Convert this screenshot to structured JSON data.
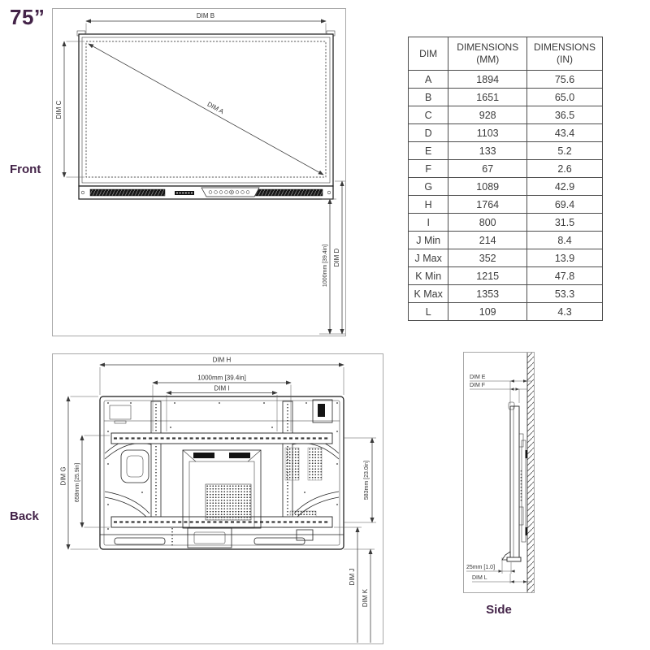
{
  "title": "75”",
  "colors": {
    "accent": "#432348",
    "drawing_line": "#222222",
    "dimension_line": "#3a3a3a",
    "panel_border": "#a8a8a8"
  },
  "views": {
    "front": {
      "label": "Front",
      "dim_a": "DIM A",
      "dim_b": "DIM B",
      "dim_c": "DIM C",
      "dim_d": "DIM D",
      "floor_height": "1000mm [39.4in]"
    },
    "back": {
      "label": "Back",
      "dim_h": "DIM H",
      "mount_width": "1000mm [39.4in]",
      "dim_i": "DIM I",
      "dim_g": "DIM G",
      "left_span": "658mm [25.9in]",
      "right_span": "583mm [23.0in]",
      "dim_j": "DIM J",
      "dim_k": "DIM K"
    },
    "side": {
      "label": "Side",
      "dim_e": "DIM E",
      "dim_f": "DIM F",
      "bottom_gap": "25mm [1.0]",
      "dim_l": "DIM L"
    }
  },
  "table": {
    "header": {
      "dim": "DIM",
      "mm_line1": "DIMENSIONS",
      "mm_line2": "(MM)",
      "in_line1": "DIMENSIONS",
      "in_line2": "(IN)"
    },
    "rows": [
      [
        "A",
        "1894",
        "75.6"
      ],
      [
        "B",
        "1651",
        "65.0"
      ],
      [
        "C",
        "928",
        "36.5"
      ],
      [
        "D",
        "1103",
        "43.4"
      ],
      [
        "E",
        "133",
        "5.2"
      ],
      [
        "F",
        "67",
        "2.6"
      ],
      [
        "G",
        "1089",
        "42.9"
      ],
      [
        "H",
        "1764",
        "69.4"
      ],
      [
        "I",
        "800",
        "31.5"
      ],
      [
        "J Min",
        "214",
        "8.4"
      ],
      [
        "J Max",
        "352",
        "13.9"
      ],
      [
        "K Min",
        "1215",
        "47.8"
      ],
      [
        "K Max",
        "1353",
        "53.3"
      ],
      [
        "L",
        "109",
        "4.3"
      ]
    ]
  }
}
